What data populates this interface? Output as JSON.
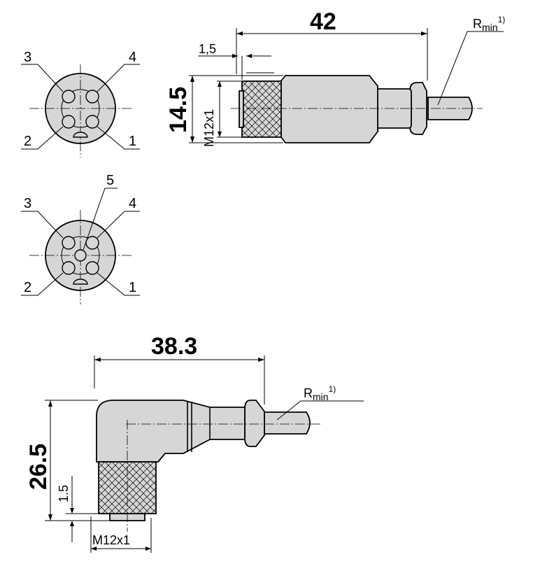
{
  "pinouts": {
    "four_pin": {
      "pin_3": "3",
      "pin_4": "4",
      "pin_2": "2",
      "pin_1": "1"
    },
    "five_pin": {
      "pin_3": "3",
      "pin_5": "5",
      "pin_4": "4",
      "pin_2": "2",
      "pin_1": "1"
    }
  },
  "straight_connector": {
    "length": "42",
    "diameter": "14.5",
    "offset": "1,5",
    "thread": "M12x1",
    "bend_radius": "R",
    "bend_radius_sub": "min",
    "footnote_mark": "1)"
  },
  "angled_connector": {
    "length": "38.3",
    "height": "26.5",
    "offset": "1.5",
    "thread": "M12x1",
    "bend_radius": "R",
    "bend_radius_sub": "min",
    "footnote_mark": "1)"
  },
  "colors": {
    "body_fill": "#d6d6d6",
    "line": "#000000"
  }
}
